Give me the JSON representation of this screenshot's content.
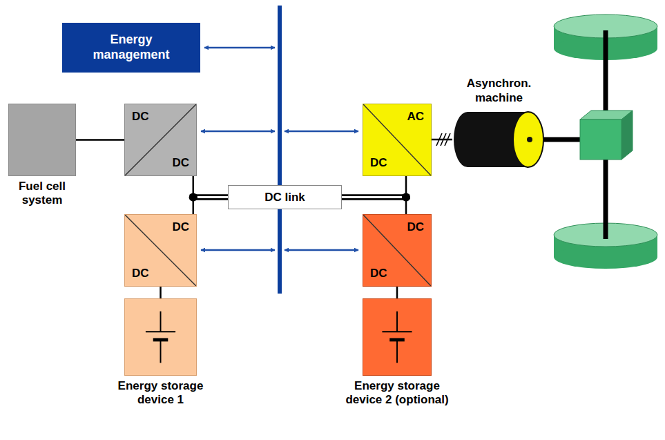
{
  "diagram": {
    "nodes": [
      {
        "text": [
          "Energy management"
        ]
      },
      {
        "text": [
          "Fuel cell system"
        ]
      },
      {
        "text": [
          "DC",
          "DC"
        ]
      },
      {
        "text": [
          "DC link"
        ]
      },
      {
        "text": [
          "AC",
          "DC"
        ]
      },
      {
        "text": [
          "Asynchron. machine"
        ]
      },
      {
        "text": [
          "DC",
          "DC"
        ]
      },
      {
        "text": [
          "DC",
          "DC"
        ]
      },
      {
        "text": [
          "Energy storage device 1"
        ]
      },
      {
        "text": [
          "Energy storage device 2 (optional)"
        ]
      }
    ],
    "edges": [
      {
        "from": 1,
        "to": 2,
        "arrow": "none"
      },
      {
        "from": 2,
        "to": 3,
        "arrow": "none"
      },
      {
        "from": 6,
        "to": 3,
        "arrow": "none"
      },
      {
        "from": 4,
        "to": 3,
        "arrow": "none"
      },
      {
        "from": 7,
        "to": 3,
        "arrow": "none"
      },
      {
        "from": 4,
        "to": 5,
        "arrow": "none"
      },
      {
        "from": 6,
        "to": 8,
        "arrow": "none"
      },
      {
        "from": 7,
        "to": 9,
        "arrow": "none"
      }
    ]
  }
}
